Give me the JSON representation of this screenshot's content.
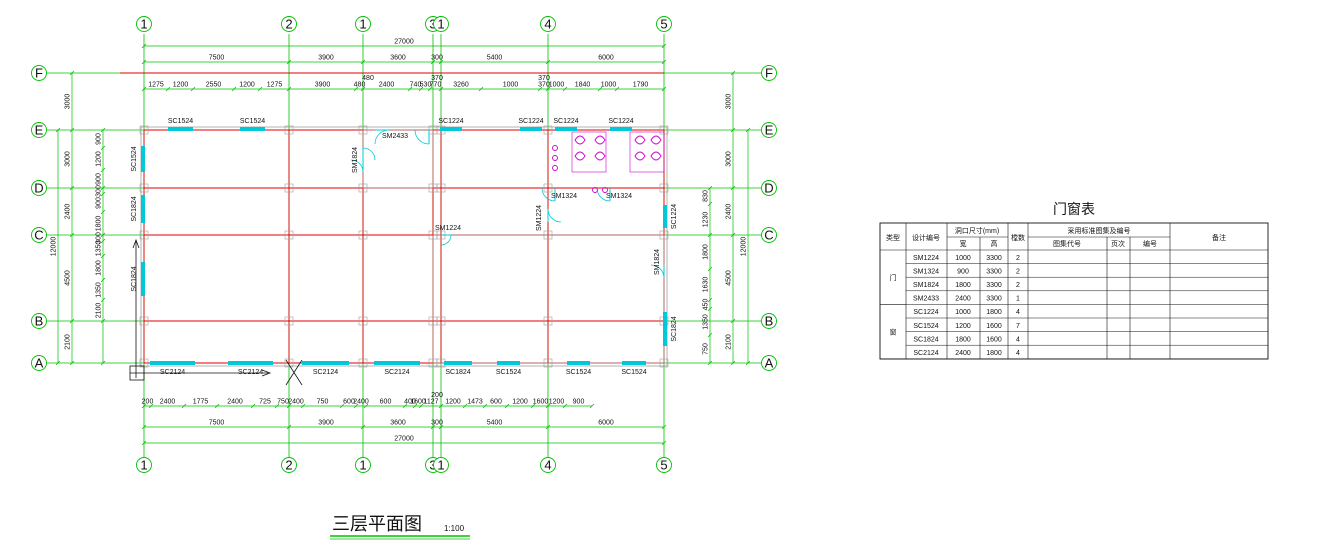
{
  "drawing": {
    "title": "三层平面图",
    "scale": "1:100"
  },
  "axes": {
    "vertical": [
      {
        "label": "1"
      },
      {
        "label": "2"
      },
      {
        "label": "1/2"
      },
      {
        "label": "3"
      },
      {
        "label": "1/3"
      },
      {
        "label": "4"
      },
      {
        "label": "5"
      }
    ],
    "horizontal": [
      {
        "label": "F"
      },
      {
        "label": "E"
      },
      {
        "label": "D"
      },
      {
        "label": "C"
      },
      {
        "label": "B"
      },
      {
        "label": "A"
      }
    ]
  },
  "dimensions": {
    "top_total": "27000",
    "top_bays": [
      "7500",
      "3900",
      "3600",
      "300",
      "5400",
      "6000"
    ],
    "top_details": [
      "1275",
      "1200",
      "2550",
      "1200",
      "1275",
      "3900",
      "480",
      "2400",
      "740",
      "530",
      "770",
      "3260",
      "1000",
      "370",
      "1000",
      "1840",
      "1000",
      "1790"
    ],
    "top_extra": [
      "370",
      "370"
    ],
    "bottom_total": "27000",
    "bottom_bays": [
      "7500",
      "3900",
      "3600",
      "300",
      "5400",
      "6000"
    ],
    "bottom_details": [
      "200",
      "2400",
      "1775",
      "2400",
      "725",
      "750",
      "2400",
      "750",
      "600",
      "2400",
      "600",
      "400",
      "1600",
      "1127",
      "1200",
      "1473",
      "600",
      "1200",
      "1600",
      "1200",
      "900"
    ],
    "bottom_extra": "200",
    "left_outer": [
      "3000",
      "3000",
      "2400",
      "4500",
      "2100"
    ],
    "left_total": "12000",
    "left_inner": [
      "900",
      "1200",
      "900",
      "300",
      "900",
      "1800",
      "300",
      "1350",
      "1800",
      "1350",
      "2100"
    ],
    "right_outer": [
      "3000",
      "3000",
      "2400",
      "4500",
      "2100"
    ],
    "right_total": "12000",
    "right_inner": [
      "830",
      "1230",
      "1800",
      "1630",
      "450",
      "1350",
      "750"
    ]
  },
  "openings": {
    "top": [
      "SC1524",
      "SC1524",
      "SC1224",
      "SC1224",
      "SC1224",
      "SC1224"
    ],
    "bottom": [
      "SC2124",
      "SC2124",
      "SC2124",
      "SC2124",
      "SC1824",
      "SC1524",
      "SC1524",
      "SC1524"
    ],
    "left": [
      "SC1524",
      "SC1824",
      "SC1824"
    ],
    "right": [
      "SC1224",
      "SC1824"
    ],
    "doors": [
      "SM2433",
      "SM1824",
      "SM1324",
      "SM1324",
      "SM1224",
      "SM1224",
      "SM1824"
    ]
  },
  "schedule": {
    "title": "门窗表",
    "headers": {
      "type": "类型",
      "code": "设计编号",
      "size": "洞口尺寸(mm)",
      "width": "宽",
      "height": "高",
      "count": "樘数",
      "ref": "采用标准图集及编号",
      "ref_atlas": "图集代号",
      "ref_page": "页次",
      "ref_no": "编号",
      "note": "备注"
    },
    "groups": [
      {
        "type": "门",
        "rows": [
          {
            "code": "SM1224",
            "width": "1000",
            "height": "3300",
            "count": "2"
          },
          {
            "code": "SM1324",
            "width": "900",
            "height": "3300",
            "count": "2"
          },
          {
            "code": "SM1824",
            "width": "1800",
            "height": "3300",
            "count": "2"
          },
          {
            "code": "SM2433",
            "width": "2400",
            "height": "3300",
            "count": "1"
          }
        ]
      },
      {
        "type": "窗",
        "rows": [
          {
            "code": "SC1224",
            "width": "1000",
            "height": "1800",
            "count": "4"
          },
          {
            "code": "SC1524",
            "width": "1200",
            "height": "1600",
            "count": "7"
          },
          {
            "code": "SC1824",
            "width": "1800",
            "height": "1600",
            "count": "4"
          },
          {
            "code": "SC2124",
            "width": "2400",
            "height": "1800",
            "count": "4"
          }
        ]
      }
    ]
  },
  "colors": {
    "grid_green": "#00c000",
    "wall_red": "#e00000",
    "window_cyan": "#00c8d8",
    "fixture_magenta": "#d000d0",
    "ink": "#111111",
    "wall_grey": "#a0a0a0"
  }
}
